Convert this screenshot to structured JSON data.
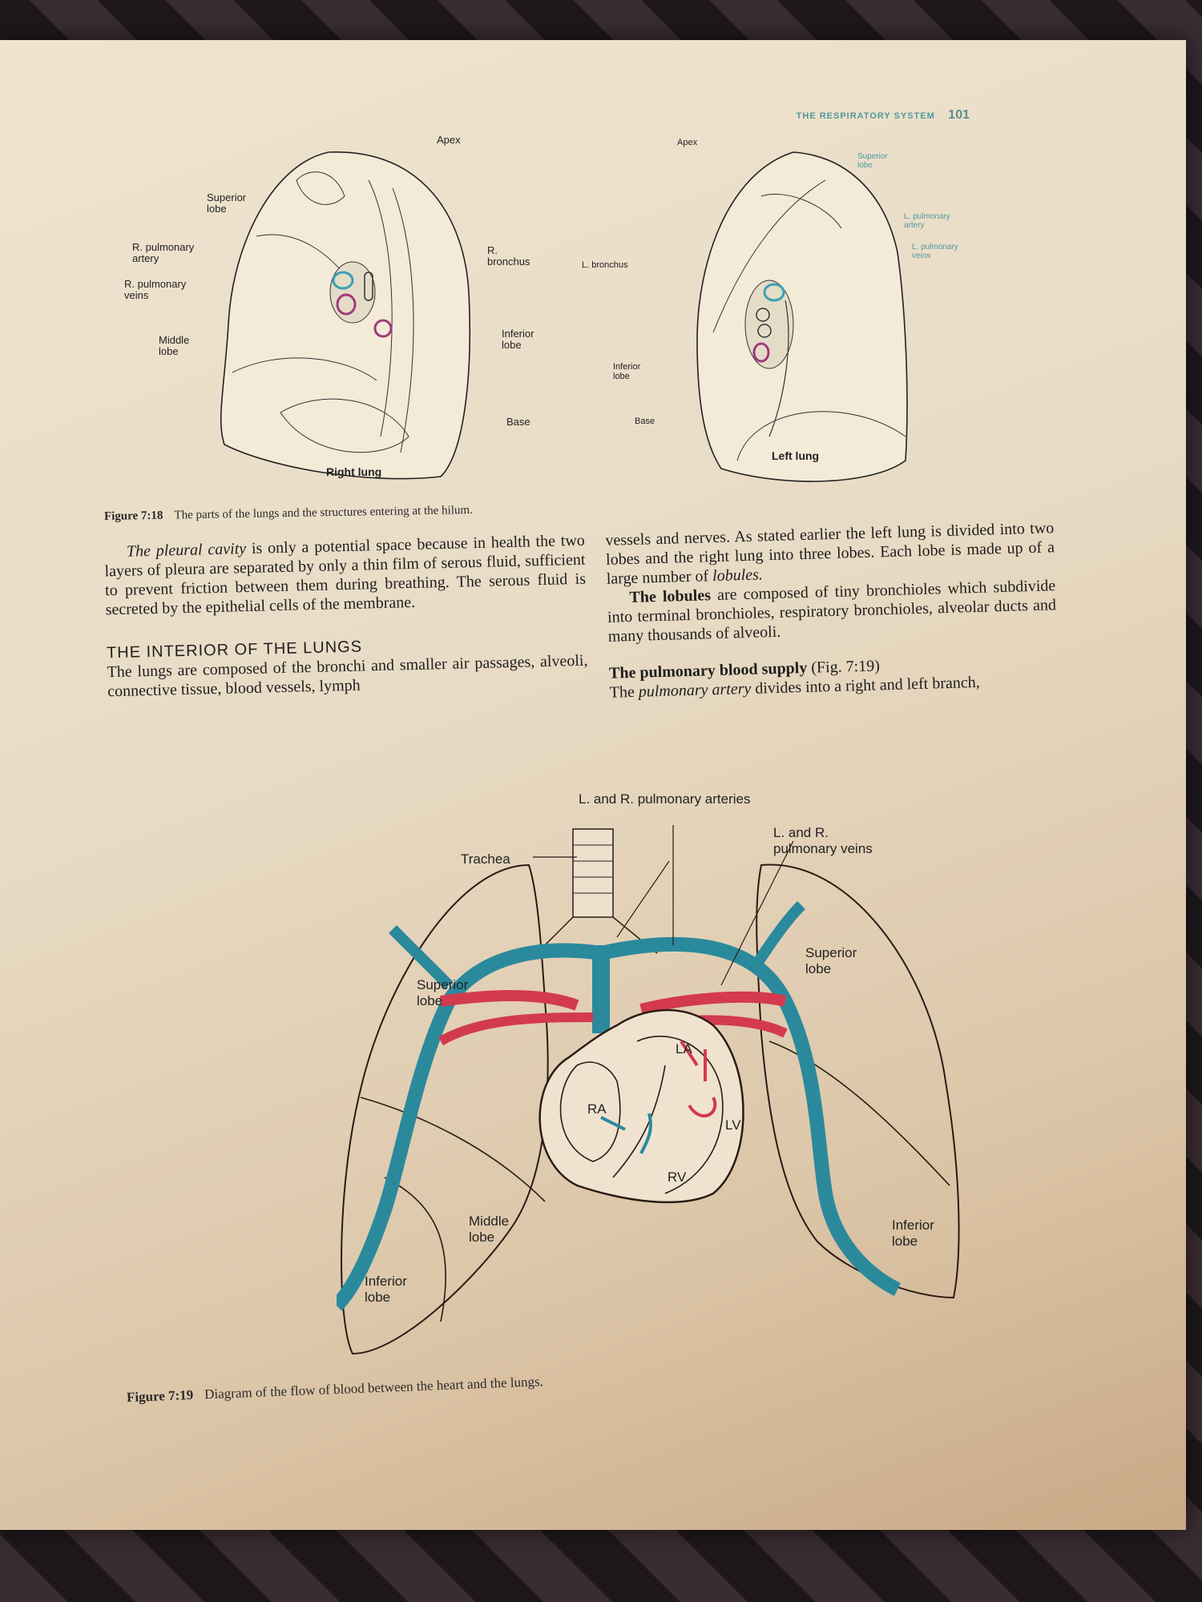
{
  "running_head": {
    "title": "THE RESPIRATORY SYSTEM",
    "page_number": "101"
  },
  "figure_7_18": {
    "right_lung": {
      "title": "Right lung",
      "labels": {
        "apex": "Apex",
        "superior_lobe": "Superior\nlobe",
        "r_pulmonary_artery": "R. pulmonary\nartery",
        "r_pulmonary_veins": "R. pulmonary\nveins",
        "middle_lobe": "Middle\nlobe",
        "r_bronchus": "R.\nbronchus",
        "inferior_lobe": "Inferior\nlobe",
        "base": "Base"
      }
    },
    "left_lung": {
      "title": "Left lung",
      "labels": {
        "apex": "Apex",
        "superior_lobe": "Superior\nlobe",
        "l_pulmonary_artery": "L. pulmonary\nartery",
        "l_pulmonary_veins": "L. pulmonary\nveins",
        "l_bronchus": "L. bronchus",
        "inferior_lobe": "Inferior\nlobe",
        "base": "Base"
      }
    },
    "caption_number": "Figure 7:18",
    "caption_text": "The parts of the lungs and the structures entering at the hilum."
  },
  "body_text": {
    "left_col": {
      "p1_lead": "The pleural cavity",
      "p1_rest": " is only a potential space because in health the two layers of pleura are separated by only a thin film of serous fluid, sufficient to prevent friction between them during breathing. The serous fluid is secreted by the epithelial cells of the membrane.",
      "heading": "THE INTERIOR OF THE LUNGS",
      "p2": "The lungs are composed of the bronchi and smaller air passages, alveoli, connective tissue, blood vessels, lymph"
    },
    "right_col": {
      "p1_a": "vessels and nerves. As stated earlier the left lung is divided into two lobes and the right lung into three lobes. Each lobe is made up of a large number of ",
      "p1_lobules": "lobules.",
      "p2_lead": "The lobules",
      "p2_rest": " are composed of tiny bronchioles which subdivide into terminal bronchioles, respiratory bronchioles, alveolar ducts and many thousands of alveoli.",
      "heading_bold": "The pulmonary blood supply",
      "heading_ref": " (Fig. 7:19)",
      "p3_a": "The ",
      "p3_italic": "pulmonary artery",
      "p3_b": " divides into a right and left branch,"
    }
  },
  "figure_7_19": {
    "labels": {
      "pulmonary_arteries": "L. and R. pulmonary arteries",
      "pulmonary_veins": "L. and R.\npulmonary veins",
      "trachea": "Trachea",
      "superior_lobe_r": "Superior\nlobe",
      "superior_lobe_l": "Superior\nlobe",
      "middle_lobe": "Middle\nlobe",
      "inferior_lobe_r": "Inferior\nlobe",
      "inferior_lobe_l": "Inferior\nlobe",
      "ra": "RA",
      "la": "LA",
      "rv": "RV",
      "lv": "LV"
    },
    "caption_number": "Figure 7:19",
    "caption_text": "Diagram of the flow of blood between the heart and the lungs."
  },
  "colors": {
    "artery_red": "#d33a4e",
    "vein_teal": "#2a8a9c",
    "paper": "#ecdfca"
  }
}
